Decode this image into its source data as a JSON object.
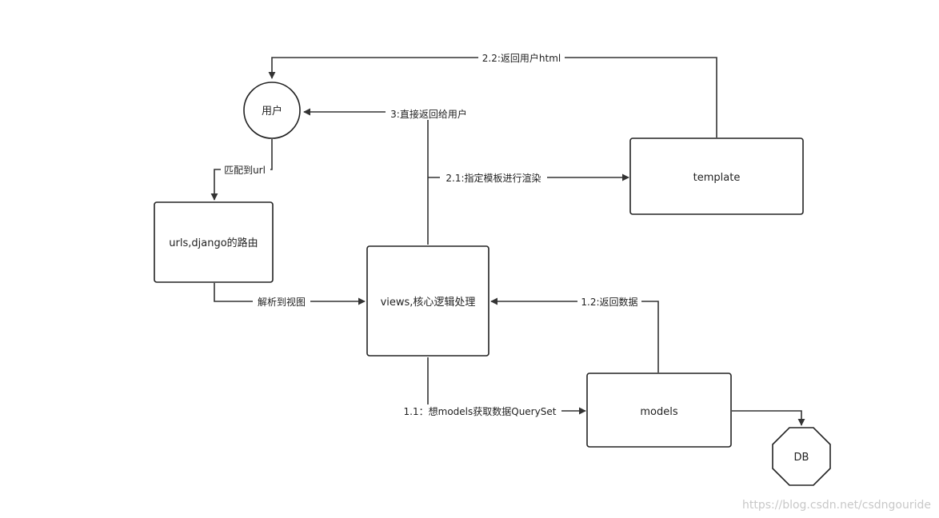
{
  "nodes": {
    "user": "用户",
    "urls": "urls,django的路由",
    "views": "views,核心逻辑处理",
    "template": "template",
    "models": "models",
    "db": "DB"
  },
  "edges": {
    "return_html": "2.2:返回用户html",
    "direct_return": "3:直接返回给用户",
    "match_url": "匹配到url",
    "specify_template": "2.1:指定模板进行渲染",
    "resolve_view": "解析到视图",
    "return_data": "1.2:返回数据",
    "get_queryset": "1.1：想models获取数据QuerySet"
  },
  "watermark": "https://blog.csdn.net/csdngouride",
  "colors": {
    "stroke": "#333333",
    "text": "#222222",
    "watermark": "#c8c8c8"
  }
}
